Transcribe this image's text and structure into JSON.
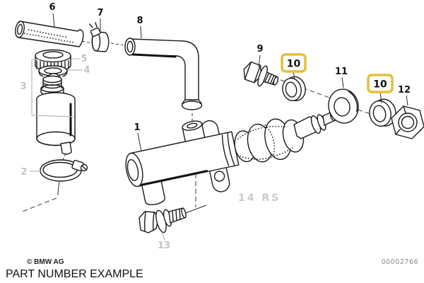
{
  "palette": {
    "highlight": "#E5BF3A",
    "ink": "#1a1a1a",
    "gray_label": "#c3c3c3",
    "watermark_gray": "#c9c9c9",
    "doc_number_gray": "#8a8a8a"
  },
  "watermark": {
    "text": "14 RS"
  },
  "footer": {
    "copyright": "© BMW AG",
    "title": "PART NUMBER EXAMPLE",
    "doc_number": "00002766"
  },
  "callouts": [
    {
      "id": "1",
      "label": "1",
      "emphasis": "black"
    },
    {
      "id": "2",
      "label": "2",
      "emphasis": "gray"
    },
    {
      "id": "3",
      "label": "3",
      "emphasis": "gray"
    },
    {
      "id": "4",
      "label": "4",
      "emphasis": "gray"
    },
    {
      "id": "5",
      "label": "5",
      "emphasis": "gray"
    },
    {
      "id": "6",
      "label": "6",
      "emphasis": "black"
    },
    {
      "id": "7",
      "label": "7",
      "emphasis": "black"
    },
    {
      "id": "8",
      "label": "8",
      "emphasis": "black"
    },
    {
      "id": "9",
      "label": "9",
      "emphasis": "black"
    },
    {
      "id": "10",
      "label": "10",
      "emphasis": "highlighted-yellow-box",
      "occurrences": 2
    },
    {
      "id": "11",
      "label": "11",
      "emphasis": "black"
    },
    {
      "id": "12",
      "label": "12",
      "emphasis": "black"
    },
    {
      "id": "13",
      "label": "13",
      "emphasis": "gray"
    }
  ]
}
